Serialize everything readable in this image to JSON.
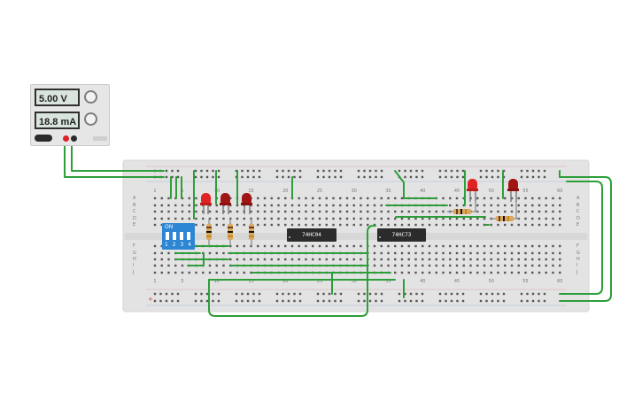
{
  "power_supply": {
    "voltage": "5.00 V",
    "current": "18.8 mA"
  },
  "ics": [
    {
      "label": "74HC04"
    },
    {
      "label": "74HC73"
    }
  ],
  "dip_switch": {
    "on_label": "ON",
    "switch_numbers": "1 2 3 4"
  },
  "breadboard": {
    "column_numbers_top": [
      "1",
      "5",
      "10",
      "15",
      "20",
      "25",
      "30",
      "35",
      "40",
      "45",
      "50",
      "55",
      "60"
    ],
    "row_letters_left": [
      "A",
      "B",
      "C",
      "D",
      "E",
      "F",
      "G",
      "H",
      "I",
      "J"
    ],
    "row_letters_right": [
      "A",
      "B",
      "C",
      "D",
      "E",
      "F",
      "G",
      "H",
      "I",
      "J"
    ]
  },
  "colors": {
    "wire": "#2e9e3a",
    "breadboard": "#e3e3e3",
    "led_red": "#e02424",
    "led_dark": "#a11515",
    "dip_body": "#2c86d3",
    "ic_body": "#2b2b2b"
  }
}
